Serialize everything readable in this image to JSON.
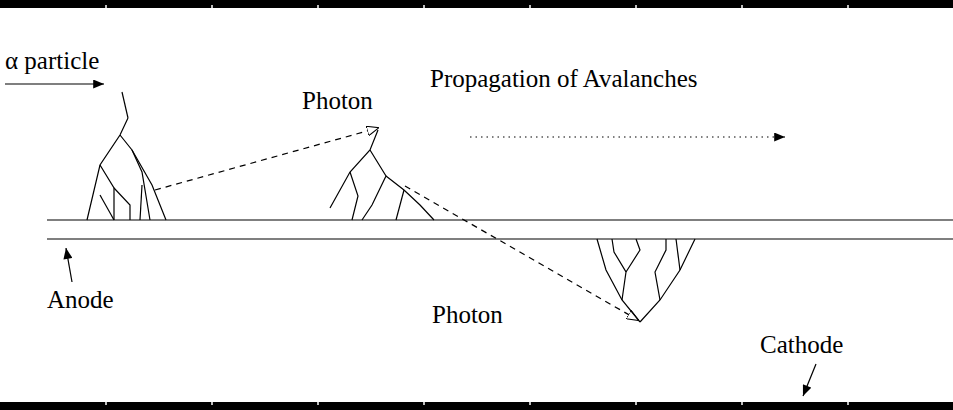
{
  "diagram": {
    "labels": [
      "α particle",
      "Photon",
      "Propagation of Avalanches",
      "Anode",
      "Photon",
      "Cathode"
    ]
  }
}
